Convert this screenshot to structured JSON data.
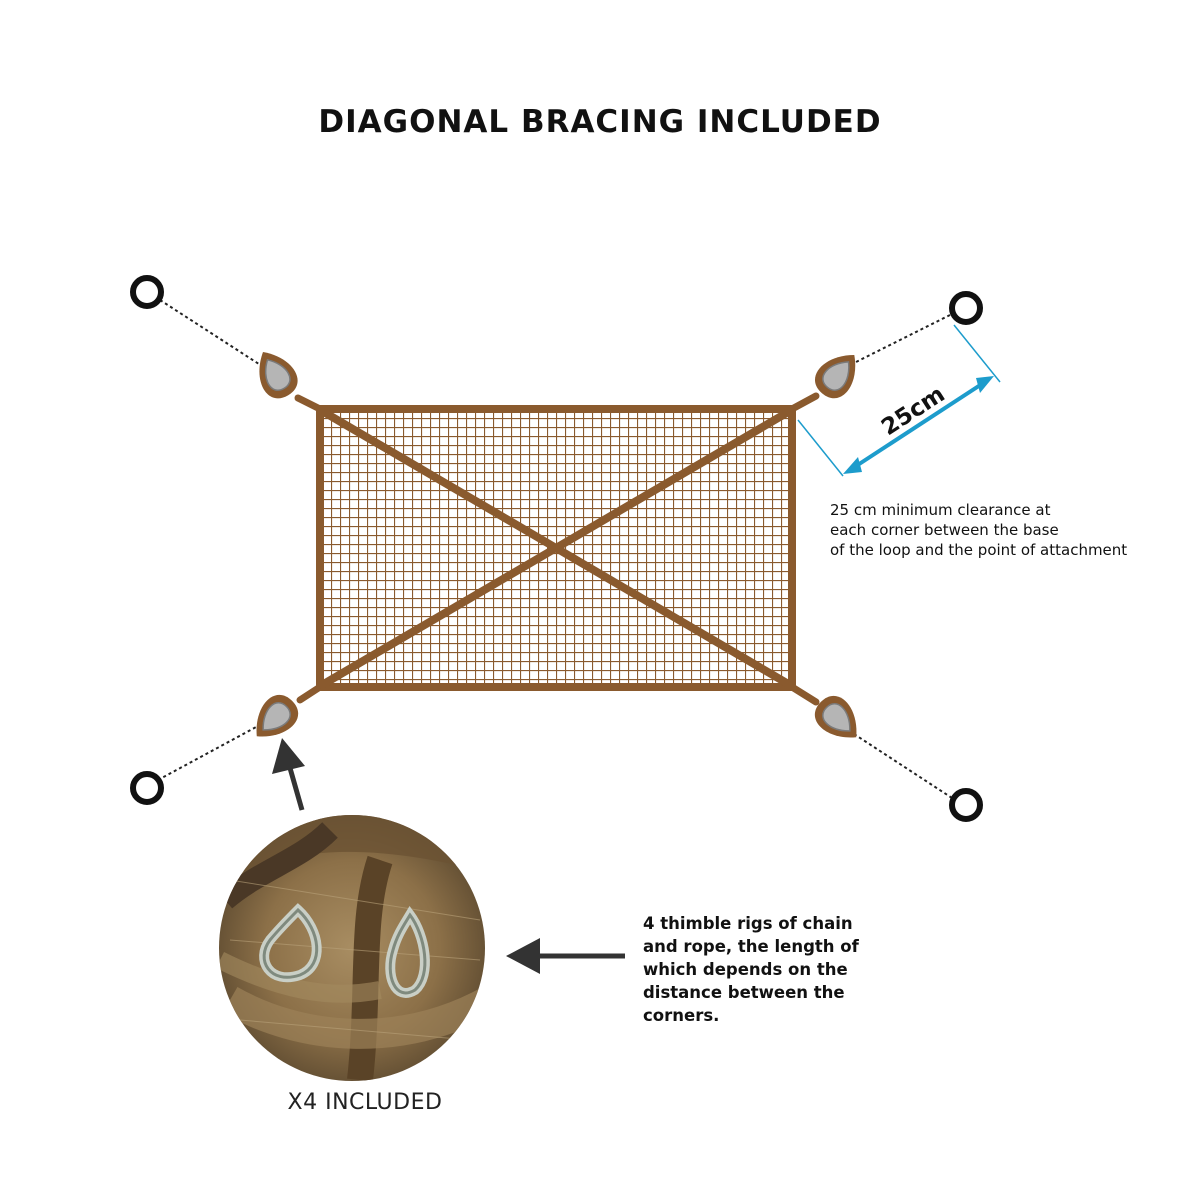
{
  "title": "DIAGONAL BRACING INCLUDED",
  "dimension_label": "25cm",
  "clearance_note": {
    "lines": [
      "25 cm minimum clearance at",
      "each corner between the base",
      "of the loop and the point of attachment"
    ]
  },
  "rig_note": {
    "lines": [
      "4 thimble rigs of chain",
      "and rope, the length of",
      "which depends on the",
      "distance between the",
      "corners."
    ]
  },
  "photo_caption": "X4 INCLUDED",
  "colors": {
    "net": "#8a5a2e",
    "net_dark": "#7a4b22",
    "dimension": "#1d9ccc",
    "thimble": "#9a9a9a",
    "anchor": "#111111",
    "arrow": "#333333"
  },
  "icons": [
    "anchor-point-icon",
    "thimble-loop-icon",
    "arrow-icon",
    "rope-photo"
  ]
}
